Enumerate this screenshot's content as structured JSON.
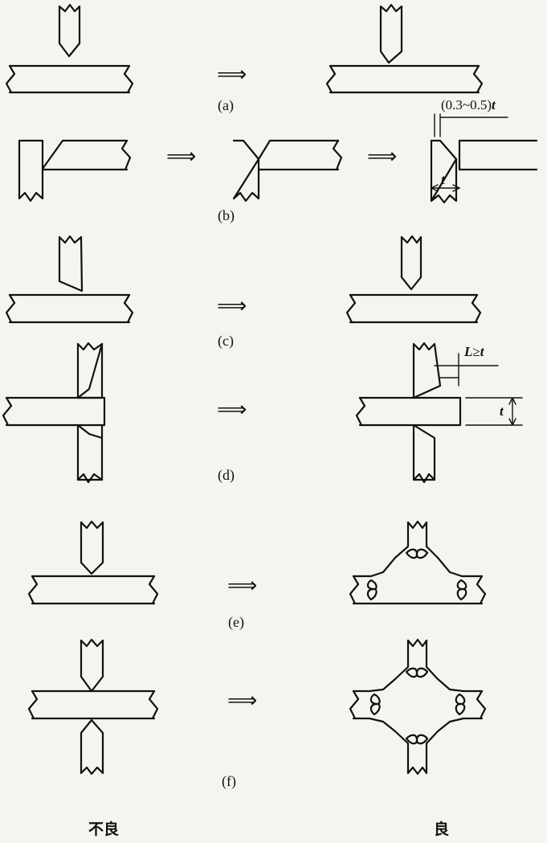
{
  "labels": {
    "a": "(a)",
    "b": "(b)",
    "c": "(c)",
    "d": "(d)",
    "e": "(e)",
    "f": "(f)"
  },
  "arrow": "⟹",
  "dims": {
    "b_offset_text": "(0.3~0.5)",
    "b_offset_var": "t",
    "b_thickness": "t",
    "d_length_prefix": "L",
    "d_length_rel": "≥",
    "d_length_var": "t",
    "d_thickness": "t"
  },
  "captions": {
    "bad": "不良",
    "good": "良"
  }
}
